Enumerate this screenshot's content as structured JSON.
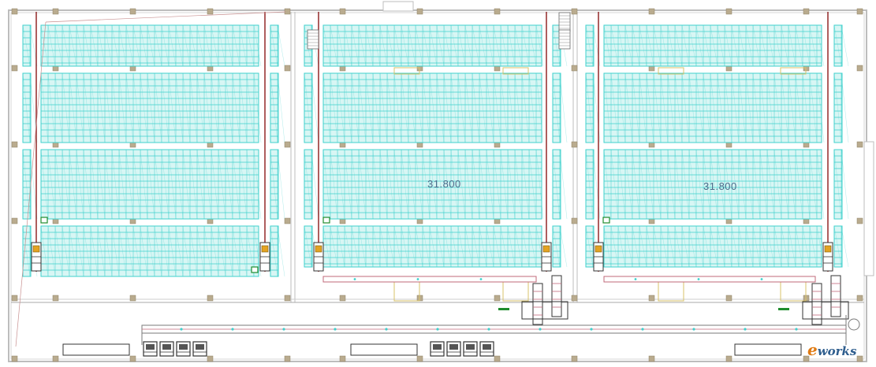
{
  "diagram": {
    "elevation_labels": [
      "31.800",
      "31.800"
    ],
    "zone_labels": [
      "",
      "",
      ""
    ],
    "watermark": {
      "prefix": "e",
      "suffix": "works"
    },
    "colors": {
      "rack_cyan": "#3fd0cc",
      "rack_fill": "#d8f6f4",
      "aisle_red": "#8b1a1a",
      "wall": "#bdbdbd",
      "column": "#b9ab8e",
      "conveyor": "#7a7a7a",
      "door_yellow": "#d9c36a",
      "equip_dark": "#333333",
      "green_mark": "#1e8c2c"
    }
  }
}
